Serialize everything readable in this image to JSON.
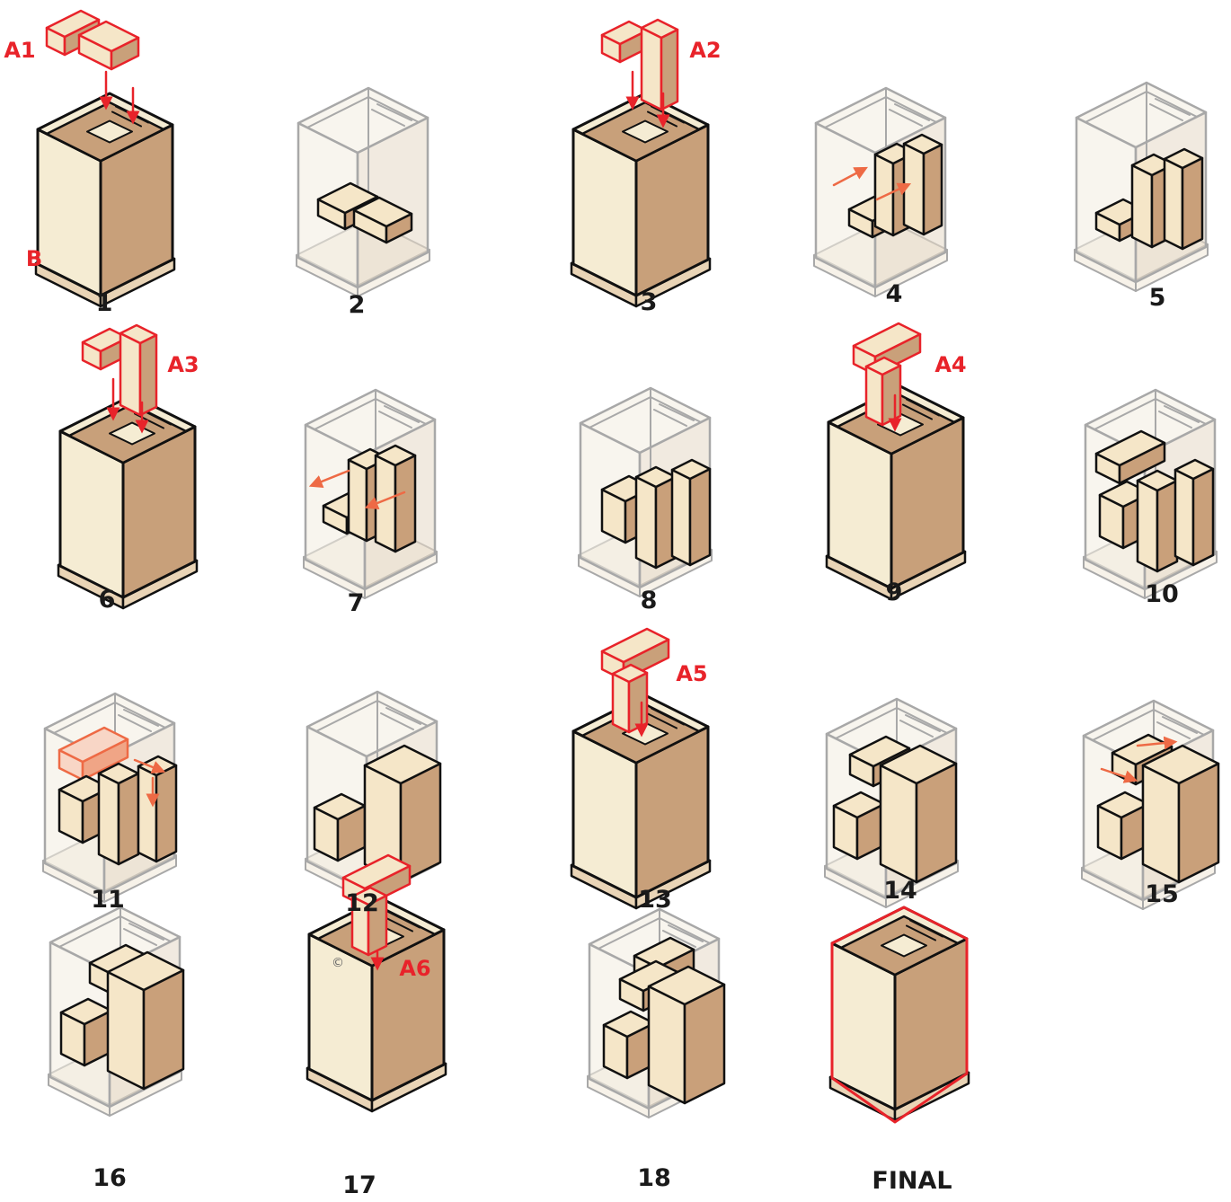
{
  "colors": {
    "light_face": "#f5ecd3",
    "dark_face": "#c8a07a",
    "base": "#e9d4b6",
    "outline": "#111111",
    "ghost_outline": "#a8a8a8",
    "ghost_light": "#f3ece0",
    "ghost_dark": "#e6d8c6",
    "piece_light": "#f5e6c8",
    "piece_dark": "#c9a07a",
    "accent_red": "#e8232a",
    "accent_orange": "#ee6a45",
    "final_outline": "#e8232a"
  },
  "pieces": {
    "A1": "A1",
    "A2": "A2",
    "A3": "A3",
    "A4": "A4",
    "A5": "A5",
    "A6": "A6",
    "B": "B"
  },
  "steps": {
    "s1": "1",
    "s2": "2",
    "s3": "3",
    "s4": "4",
    "s5": "5",
    "s6": "6",
    "s7": "7",
    "s8": "8",
    "s9": "9",
    "s10": "10",
    "s11": "11",
    "s12": "12",
    "s13": "13",
    "s14": "14",
    "s15": "15",
    "s16": "16",
    "s17": "17",
    "s18": "18",
    "final": "FINAL"
  },
  "copyright_symbol": "©"
}
